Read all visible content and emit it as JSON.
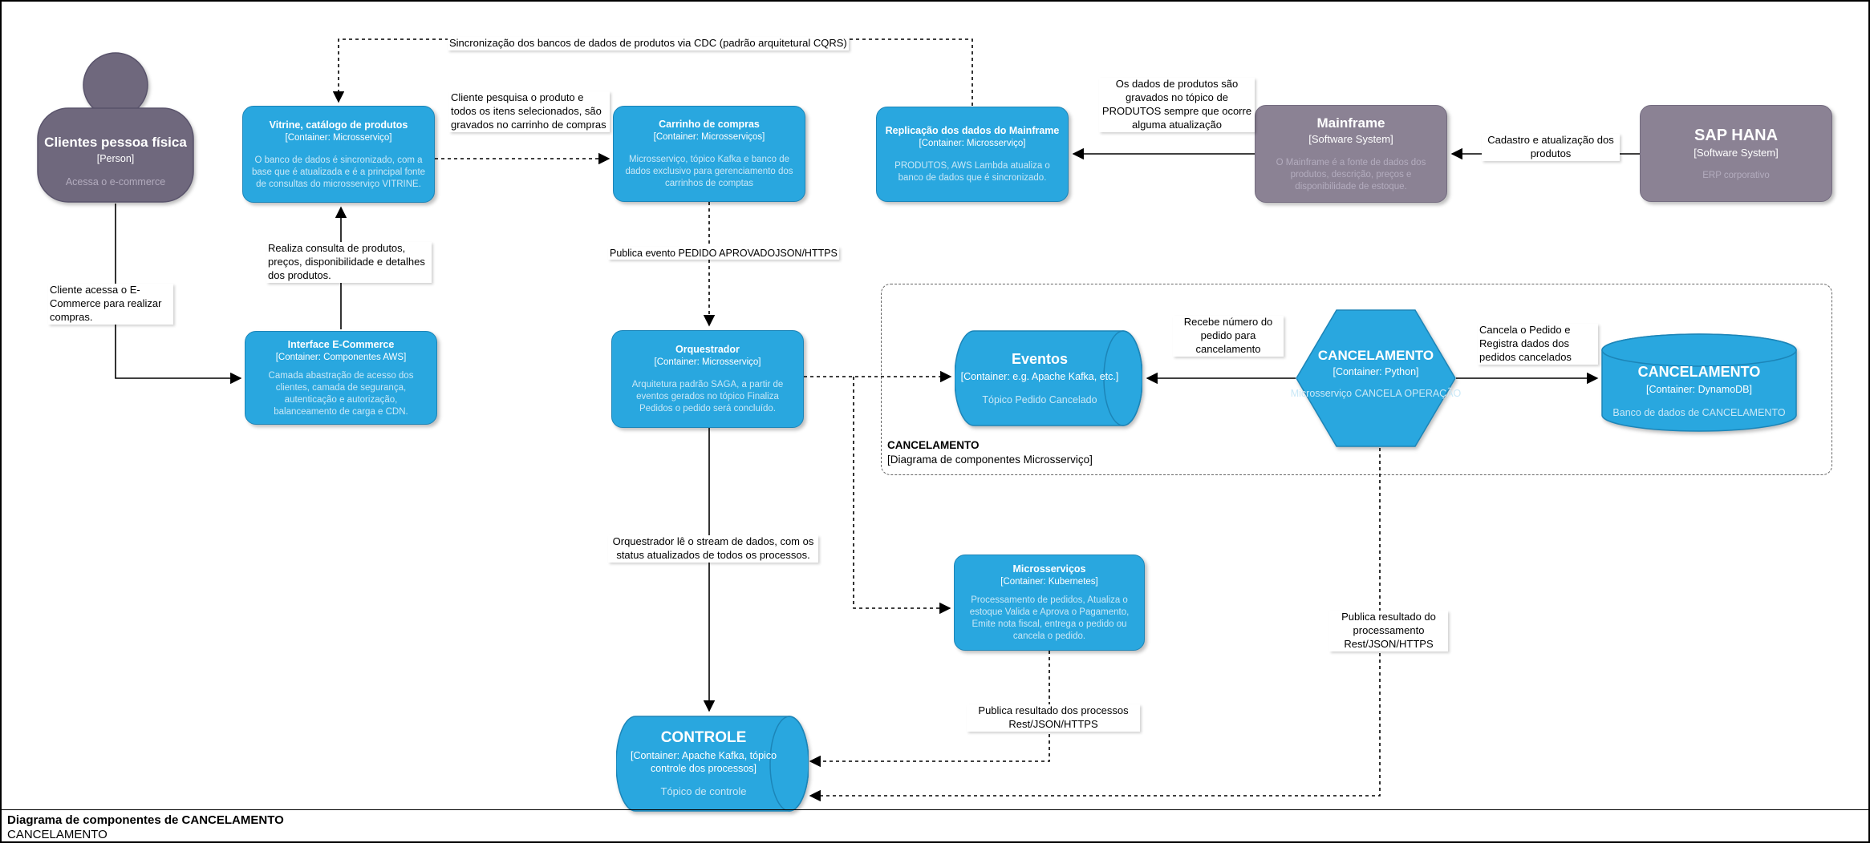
{
  "footer": {
    "title": "Diagrama de componentes de CANCELAMENTO",
    "subtitle": "CANCELAMENTO"
  },
  "boundary": {
    "title": "CANCELAMENTO",
    "type": "[Diagrama de componentes Microsserviço]"
  },
  "nodes": {
    "person": {
      "title": "Clientes pessoa física",
      "type": "[Person]",
      "desc": "Acessa o e-commerce"
    },
    "vitrine": {
      "title": "Vitrine, catálogo de produtos",
      "type": "[Container: Microsserviço]",
      "desc": "O banco de dados é sincronizado, com a base que é atualizada e é a principal fonte de consultas do microsserviço VITRINE."
    },
    "carrinho": {
      "title": "Carrinho de compras",
      "type": "[Container: Microsserviços]",
      "desc": "Microsserviço, tópico Kafka e banco de dados exclusivo para gerenciamento dos carrinhos de comptas"
    },
    "replicacao": {
      "title": "Replicação dos dados do Mainframe",
      "type": "[Container: Microsserviço]",
      "desc": "PRODUTOS, AWS Lambda atualiza o banco de dados que é sincronizado."
    },
    "mainframe": {
      "title": "Mainframe",
      "type": "[Software System]",
      "desc": "O Mainframe é a fonte de dados dos produtos, descrição, preços e disponibilidade de estoque."
    },
    "sap": {
      "title": "SAP HANA",
      "type": "[Software System]",
      "desc": "ERP corporativo"
    },
    "interface": {
      "title": "Interface E-Commerce",
      "type": "[Container: Componentes AWS]",
      "desc": "Camada abastração de acesso dos clientes, camada de segurança, autenticação e autorização, balanceamento de carga e CDN."
    },
    "orquestrador": {
      "title": "Orquestrador",
      "type": "[Container: Microsserviço]",
      "desc": "Arquitetura padrão SAGA, a partir de eventos gerados no tópico Finaliza Pedidos o pedido será concluído."
    },
    "eventos": {
      "title": "Eventos",
      "type": "[Container: e.g. Apache Kafka, etc.]",
      "desc": "Tópico Pedido Cancelado"
    },
    "cancelamento_hex": {
      "title": "CANCELAMENTO",
      "type": "[Container: Python]",
      "desc": "Microsserviço CANCELA OPERAÇÃO"
    },
    "cancelamento_db": {
      "title": "CANCELAMENTO",
      "type": "[Container: DynamoDB]",
      "desc": "Banco de dados de CANCELAMENTO"
    },
    "microsservicos": {
      "title": "Microsserviços",
      "type": "[Container: Kubernetes]",
      "desc": "Processamento de pedidos, Atualiza o estoque Valida e Aprova o Pagamento, Emite nota fiscal, entrega o pedido ou cancela o pedido."
    },
    "controle": {
      "title": "CONTROLE",
      "type": "[Container: Apache Kafka, tópico controle dos processos]",
      "desc": "Tópico de controle"
    }
  },
  "edges": {
    "sync_cdc": "Sincronização dos bancos de dados de produtos via CDC (padrão arquitetural CQRS)",
    "pesquisa": "Cliente pesquisa o produto e todos os itens selecionados, são gravados no carrinho de compras",
    "dados_produtos": "Os dados de produtos são gravados no tópico de PRODUTOS sempre que ocorre alguma atualização",
    "cadastro": "Cadastro e atualização dos produtos",
    "realiza_consulta": "Realiza consulta de produtos, preços, disponibilidade e detalhes dos produtos.",
    "cliente_acessa": "Cliente acessa o E-Commerce para realizar compras.",
    "publica_pedido": "Publica evento PEDIDO APROVADOJSON/HTTPS",
    "recebe_numero": "Recebe número do pedido para cancelamento",
    "cancela_pedido": "Cancela o Pedido e Registra dados dos pedidos cancelados",
    "orq_le": "Orquestrador lê o stream de dados, com os status atualizados de todos os processos.",
    "publica_processos": "Publica resultado dos processos Rest/JSON/HTTPS",
    "publica_processamento": "Publica resultado do processamento Rest/JSON/HTTPS"
  },
  "colors": {
    "container_blue": "#29A7DF",
    "container_blue_border": "#1C85B8",
    "person_purple": "#6F687D",
    "system_gray": "#8B8294",
    "edge_black": "#000000",
    "boundary_gray": "#666666"
  }
}
